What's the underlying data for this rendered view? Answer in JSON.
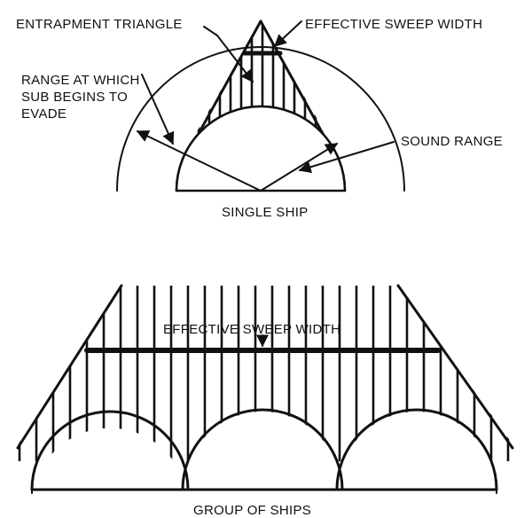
{
  "single_ship": {
    "labels": {
      "entrapment_triangle": "ENTRAPMENT TRIANGLE",
      "effective_sweep_width": "EFFECTIVE SWEEP WIDTH",
      "range_line1": "RANGE AT WHICH",
      "range_line2": "SUB BEGINS TO",
      "range_line3": "EVADE",
      "sound_range": "SOUND RANGE",
      "caption": "SINGLE SHIP"
    }
  },
  "group_of_ships": {
    "labels": {
      "effective_sweep_width": "EFFECTIVE SWEEP WIDTH",
      "caption": "GROUP OF SHIPS"
    }
  },
  "colors": {
    "ink": "#111111",
    "background": "#ffffff"
  }
}
